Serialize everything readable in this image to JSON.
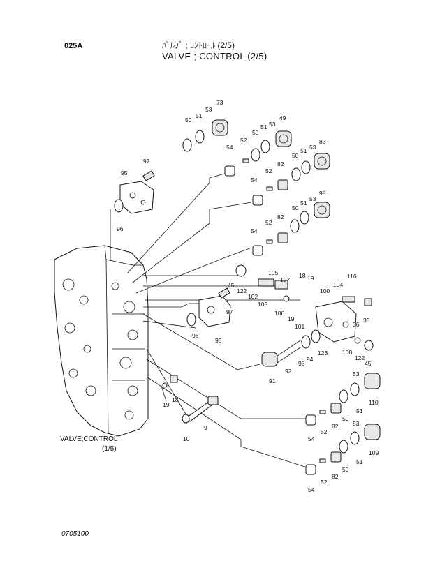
{
  "header": {
    "page_code": "025A",
    "title_jp": "ﾊﾞﾙﾌﾞ ; ｺﾝﾄﾛｰﾙ (2/5)",
    "title_en": "VALVE ; CONTROL (2/5)"
  },
  "reference": {
    "label": "VALVE;CONTROL",
    "sub": "(1/5)"
  },
  "footer": {
    "code": "0705100"
  },
  "parts": {
    "p73": "73",
    "p53a": "53",
    "p51a": "51",
    "p50a": "50",
    "p54a": "54",
    "p52a": "52",
    "p49": "49",
    "p53b": "53",
    "p51b": "51",
    "p50b": "50",
    "p83": "83",
    "p53c": "53",
    "p51c": "51",
    "p50c": "50",
    "p52b": "52",
    "p82a": "82",
    "p54b": "54",
    "p97a": "97",
    "p95a": "95",
    "p96a": "96",
    "p98": "98",
    "p53d": "53",
    "p51d": "51",
    "p50d": "50",
    "p52c": "52",
    "p82b": "82",
    "p54c": "54",
    "p105": "105",
    "p107": "107",
    "p18a": "18",
    "p19a": "19",
    "p116": "116",
    "p104": "104",
    "p100": "100",
    "p45a": "45",
    "p122a": "122",
    "p102": "102",
    "p103": "103",
    "p106": "106",
    "p19b": "19",
    "p101": "101",
    "p36": "36",
    "p35": "35",
    "p97b": "97",
    "p96b": "96",
    "p95b": "95",
    "p94": "94",
    "p93": "93",
    "p123": "123",
    "p108": "108",
    "p122b": "122",
    "p45b": "45",
    "p92": "92",
    "p91": "91",
    "p53e": "53",
    "p110": "110",
    "p50e": "50",
    "p51e": "51",
    "p82c": "82",
    "p52d": "52",
    "p54d": "54",
    "p53f": "53",
    "p109": "109",
    "p50f": "50",
    "p51f": "51",
    "p82d": "82",
    "p52e": "52",
    "p54e": "54",
    "p18b": "18",
    "p19c": "19",
    "p9": "9",
    "p10": "10"
  }
}
